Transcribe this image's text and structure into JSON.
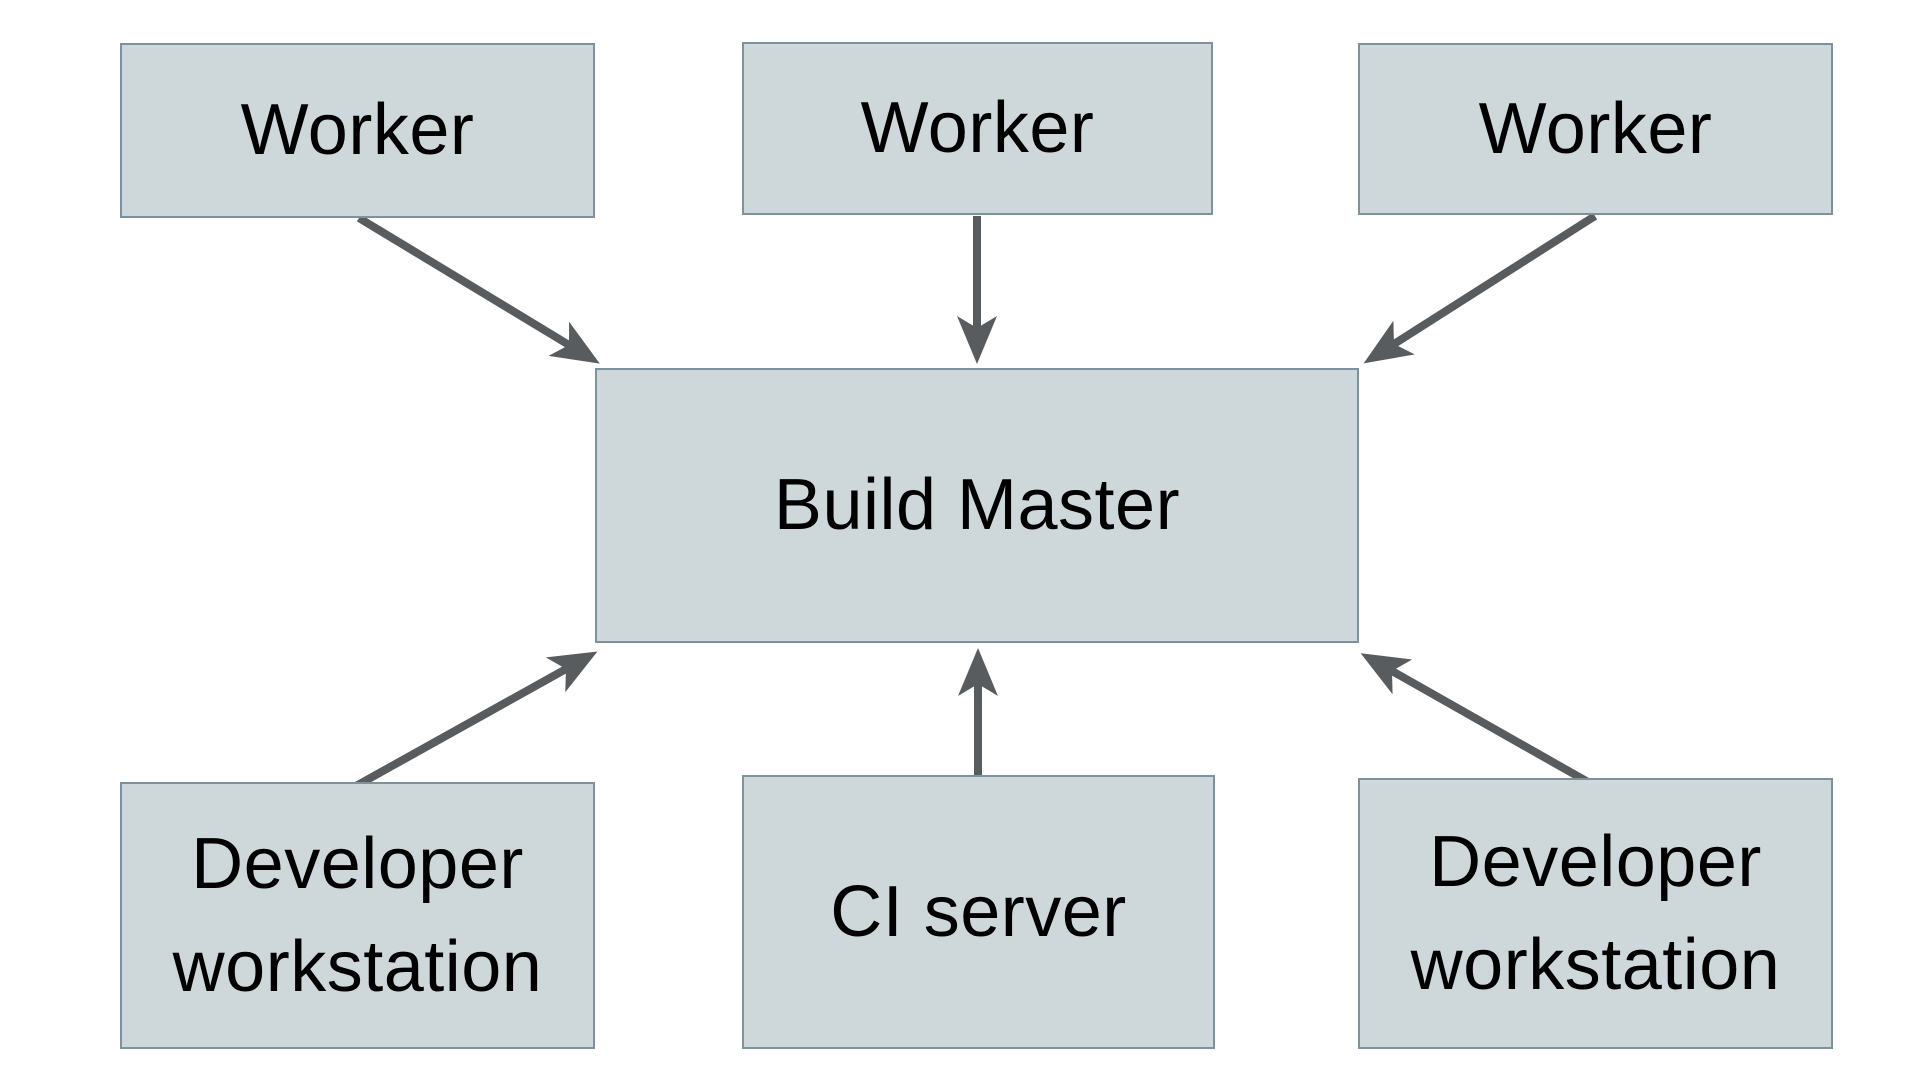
{
  "diagram": {
    "nodes": {
      "worker_1": {
        "label": "Worker"
      },
      "worker_2": {
        "label": "Worker"
      },
      "worker_3": {
        "label": "Worker"
      },
      "build_master": {
        "label": "Build Master"
      },
      "dev_workstation_1": {
        "label": "Developer workstation"
      },
      "ci_server": {
        "label": "CI server"
      },
      "dev_workstation_2": {
        "label": "Developer workstation"
      }
    },
    "edges": [
      {
        "from": "worker_1",
        "to": "build_master"
      },
      {
        "from": "worker_2",
        "to": "build_master"
      },
      {
        "from": "worker_3",
        "to": "build_master"
      },
      {
        "from": "dev_workstation_1",
        "to": "build_master"
      },
      {
        "from": "ci_server",
        "to": "build_master"
      },
      {
        "from": "dev_workstation_2",
        "to": "build_master"
      }
    ],
    "colors": {
      "node_fill": "#ced7da",
      "node_border": "#7d929c",
      "arrow": "#595c5e",
      "text": "#000000",
      "background": "#ffffff"
    }
  }
}
